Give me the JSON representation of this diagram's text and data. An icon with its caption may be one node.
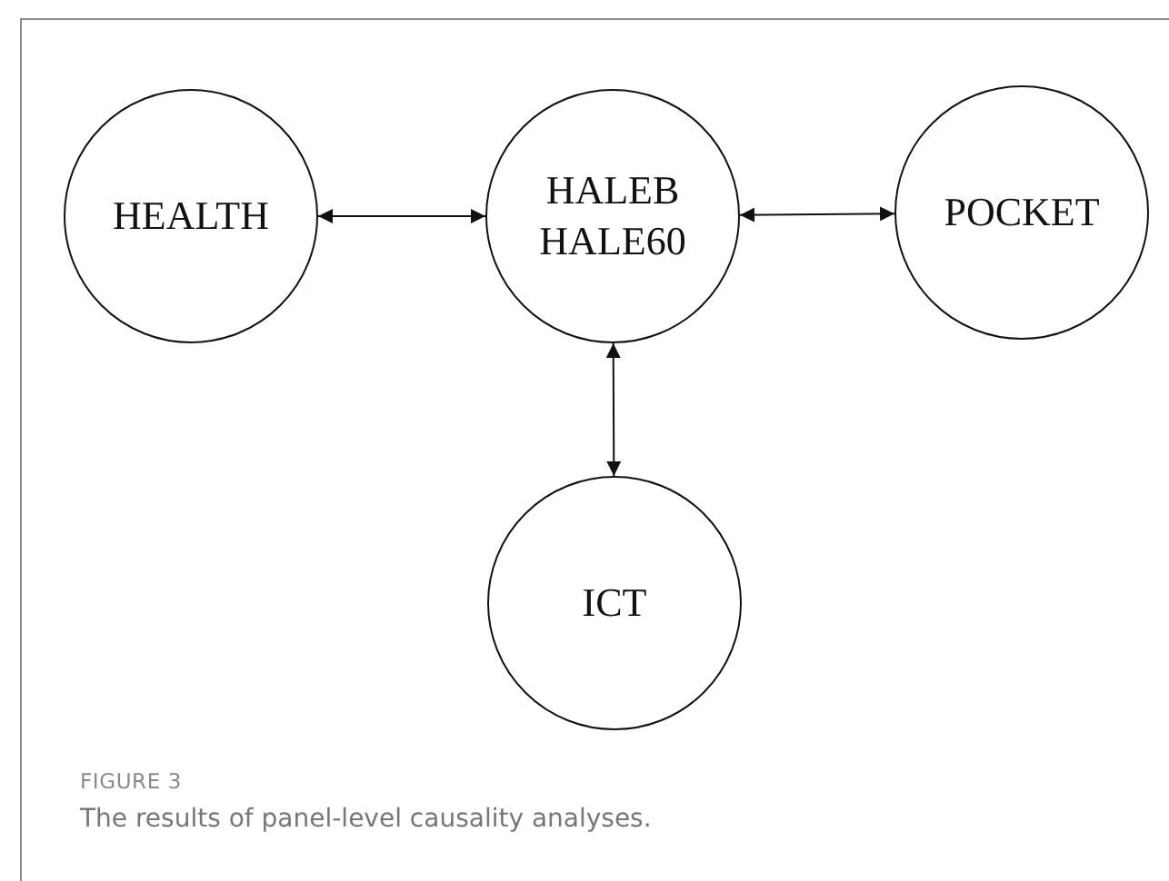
{
  "diagram": {
    "title": "FIGURE 3",
    "caption": "The results of panel-level causality analyses.",
    "nodes": [
      {
        "text": [
          "HEALTH"
        ]
      },
      {
        "text": [
          "HALEB",
          "HALE60"
        ]
      },
      {
        "text": [
          "POCKET"
        ]
      },
      {
        "text": [
          "ICT"
        ]
      }
    ],
    "edges": [
      {
        "from": 0,
        "to": 1,
        "arrow": "both"
      },
      {
        "from": 1,
        "to": 2,
        "arrow": "both"
      },
      {
        "from": 1,
        "to": 3,
        "arrow": "both"
      }
    ]
  }
}
